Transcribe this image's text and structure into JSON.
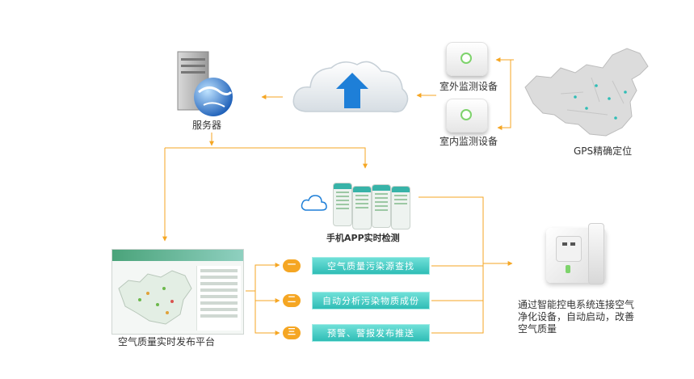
{
  "server": {
    "label": "服务器"
  },
  "cloud": {
    "icon": "cloud-upload-icon"
  },
  "devices": {
    "outdoor_label": "室外监测设备",
    "indoor_label": "室内监测设备"
  },
  "gps": {
    "label": "GPS精确定位"
  },
  "mobile_app": {
    "label": "手机APP实时检测"
  },
  "platform": {
    "label": "空气质量实时发布平台"
  },
  "features": [
    {
      "num": "一",
      "label": "空气质量污染源查找"
    },
    {
      "num": "二",
      "label": "自动分析污染物质成份"
    },
    {
      "num": "三",
      "label": "预警、警报发布推送"
    }
  ],
  "purifier": {
    "line1": "通过智能控电系统连接空气",
    "line2": "净化设备，自动启动，改善",
    "line3": "空气质量"
  },
  "colors": {
    "connector": "#f5a623",
    "pill": "#2fbdb6",
    "cloud_arrow": "#1e7fd8"
  }
}
